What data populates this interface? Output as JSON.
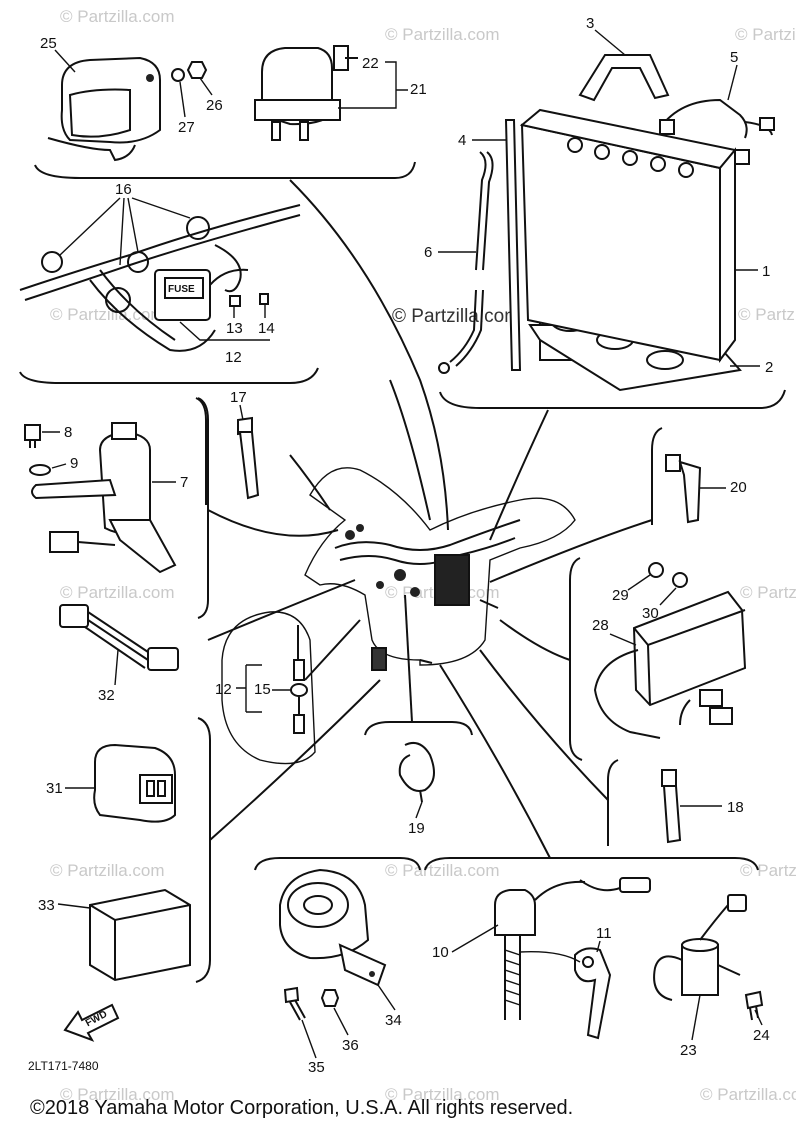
{
  "watermarks": [
    "© Partzilla.com",
    "© Partzilla.com",
    "© Partzilla.com",
    "© Partzilla.com",
    "© Partzilla.com",
    "© Partzilla.com",
    "© Partzilla.com",
    "© Partzilla.com",
    "© Partzilla.com",
    "© Partzilla.com",
    "© Partzilla.com",
    "© Partzilla.com",
    "© Partzilla.com",
    "© Partzilla.com"
  ],
  "center_watermark": "© Partzilla.com",
  "part_numbers": {
    "p1": "1",
    "p2": "2",
    "p3": "3",
    "p4": "4",
    "p5": "5",
    "p6": "6",
    "p7": "7",
    "p8": "8",
    "p9": "9",
    "p10": "10",
    "p11": "11",
    "p12a": "12",
    "p12b": "12",
    "p13": "13",
    "p14": "14",
    "p15": "15",
    "p16": "16",
    "p17": "17",
    "p18": "18",
    "p19": "19",
    "p20": "20",
    "p21": "21",
    "p22": "22",
    "p23": "23",
    "p24": "24",
    "p25": "25",
    "p26": "26",
    "p27": "27",
    "p28": "28",
    "p29": "29",
    "p30": "30",
    "p31": "31",
    "p32": "32",
    "p33": "33",
    "p34": "34",
    "p35": "35",
    "p36": "36"
  },
  "fuse_label": "FUSE",
  "fwd_label": "FWD",
  "diagram_code": "2LT171-7480",
  "copyright": "©2018 Yamaha Motor Corporation, U.S.A. All rights reserved."
}
